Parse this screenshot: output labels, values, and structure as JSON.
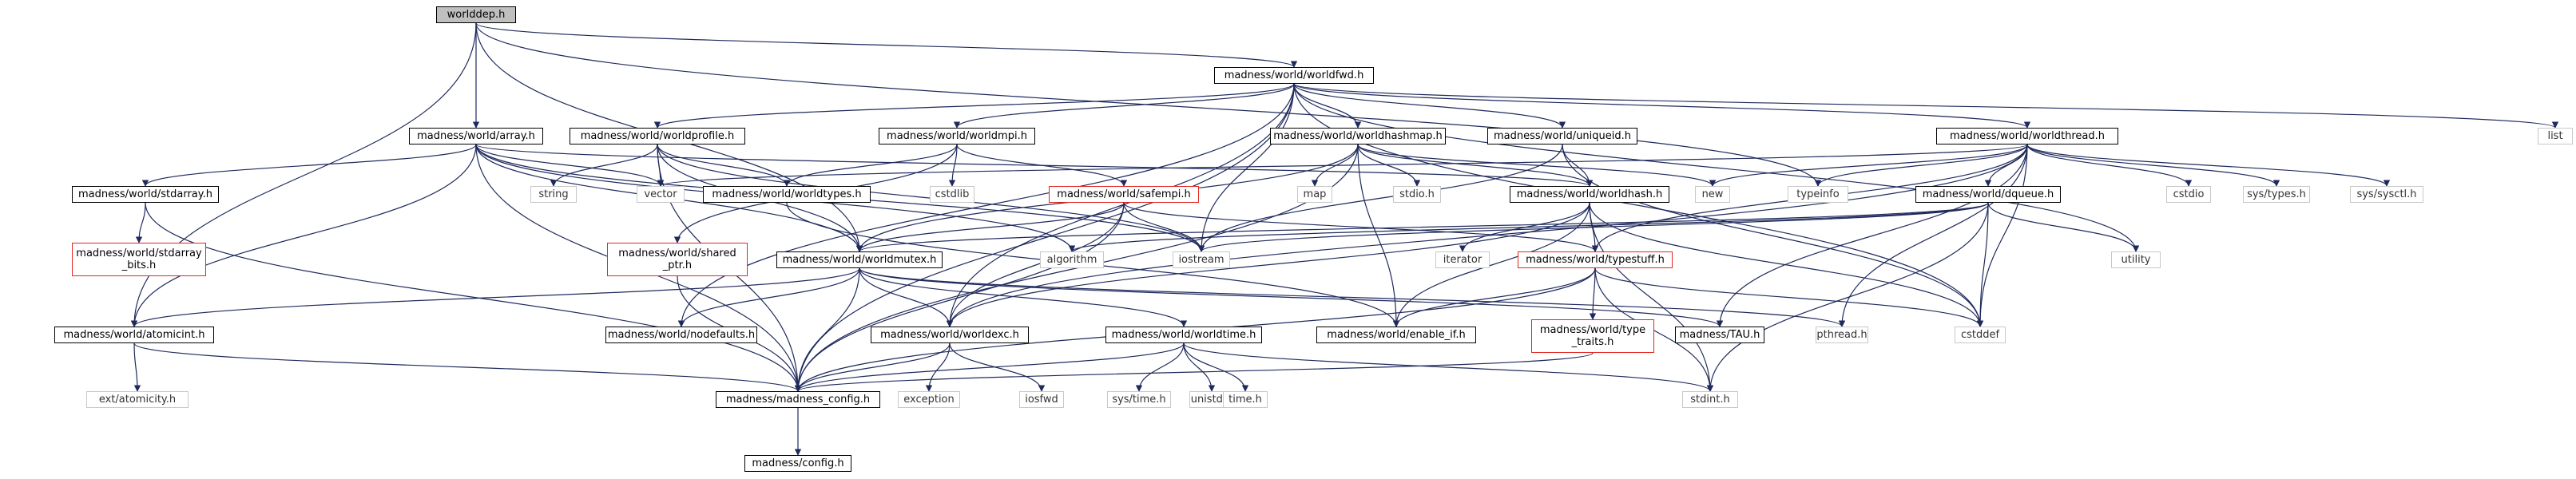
{
  "colors": {
    "edge": "#1f2a5c",
    "box_normal": "#000000",
    "box_undocumented": "#e2261f",
    "box_system": "#c8c8c8",
    "root_fill": "#bfbfbf"
  },
  "nodes": [
    {
      "id": "worlddep",
      "label": "worlddep.h",
      "kind": "root"
    },
    {
      "id": "worldfwd",
      "label": "madness/world/worldfwd.h",
      "kind": "normal"
    },
    {
      "id": "list",
      "label": "list",
      "kind": "system"
    },
    {
      "id": "array",
      "label": "madness/world/array.h",
      "kind": "normal"
    },
    {
      "id": "worldprofile",
      "label": "madness/world/worldprofile.h",
      "kind": "normal"
    },
    {
      "id": "worldmpi",
      "label": "madness/world/worldmpi.h",
      "kind": "normal"
    },
    {
      "id": "worldhashmap",
      "label": "madness/world/worldhashmap.h",
      "kind": "normal"
    },
    {
      "id": "uniqueid",
      "label": "madness/world/uniqueid.h",
      "kind": "normal"
    },
    {
      "id": "worldthread",
      "label": "madness/world/worldthread.h",
      "kind": "normal"
    },
    {
      "id": "stdarray",
      "label": "madness/world/stdarray.h",
      "kind": "normal"
    },
    {
      "id": "string",
      "label": "string",
      "kind": "system"
    },
    {
      "id": "vector",
      "label": "vector",
      "kind": "system"
    },
    {
      "id": "worldtypes",
      "label": "madness/world/worldtypes.h",
      "kind": "normal"
    },
    {
      "id": "cstdlib",
      "label": "cstdlib",
      "kind": "system"
    },
    {
      "id": "safempi",
      "label": "madness/world/safempi.h",
      "kind": "undocumented"
    },
    {
      "id": "map",
      "label": "map",
      "kind": "system"
    },
    {
      "id": "stdio",
      "label": "stdio.h",
      "kind": "system"
    },
    {
      "id": "worldhash",
      "label": "madness/world/worldhash.h",
      "kind": "normal"
    },
    {
      "id": "new",
      "label": "new",
      "kind": "system"
    },
    {
      "id": "typeinfo",
      "label": "typeinfo",
      "kind": "system"
    },
    {
      "id": "dqueue",
      "label": "madness/world/dqueue.h",
      "kind": "normal"
    },
    {
      "id": "cstdio",
      "label": "cstdio",
      "kind": "system"
    },
    {
      "id": "systypes",
      "label": "sys/types.h",
      "kind": "system"
    },
    {
      "id": "syssysctl",
      "label": "sys/sysctl.h",
      "kind": "system"
    },
    {
      "id": "stdarray_bits",
      "label": "madness/world/stdarray\n_bits.h",
      "kind": "undocumented"
    },
    {
      "id": "shared_ptr",
      "label": "madness/world/shared\n_ptr.h",
      "kind": "undocumented"
    },
    {
      "id": "worldmutex",
      "label": "madness/world/worldmutex.h",
      "kind": "normal"
    },
    {
      "id": "algorithm",
      "label": "algorithm",
      "kind": "system"
    },
    {
      "id": "iostream",
      "label": "iostream",
      "kind": "system"
    },
    {
      "id": "iterator",
      "label": "iterator",
      "kind": "system"
    },
    {
      "id": "typestuff",
      "label": "madness/world/typestuff.h",
      "kind": "undocumented"
    },
    {
      "id": "utility",
      "label": "utility",
      "kind": "system"
    },
    {
      "id": "atomicint",
      "label": "madness/world/atomicint.h",
      "kind": "normal"
    },
    {
      "id": "nodefaults",
      "label": "madness/world/nodefaults.h",
      "kind": "normal"
    },
    {
      "id": "worldexc",
      "label": "madness/world/worldexc.h",
      "kind": "normal"
    },
    {
      "id": "worldtime",
      "label": "madness/world/worldtime.h",
      "kind": "normal"
    },
    {
      "id": "enable_if",
      "label": "madness/world/enable_if.h",
      "kind": "normal"
    },
    {
      "id": "tau",
      "label": "madness/TAU.h",
      "kind": "normal"
    },
    {
      "id": "pthread",
      "label": "pthread.h",
      "kind": "system"
    },
    {
      "id": "cstddef",
      "label": "cstddef",
      "kind": "system"
    },
    {
      "id": "type_traits",
      "label": "madness/world/type\n_traits.h",
      "kind": "undocumented"
    },
    {
      "id": "ext_atomicity",
      "label": "ext/atomicity.h",
      "kind": "system"
    },
    {
      "id": "madness_config",
      "label": "madness/madness_config.h",
      "kind": "normal"
    },
    {
      "id": "exception",
      "label": "exception",
      "kind": "system"
    },
    {
      "id": "iosfwd",
      "label": "iosfwd",
      "kind": "system"
    },
    {
      "id": "systime",
      "label": "sys/time.h",
      "kind": "system"
    },
    {
      "id": "unistd",
      "label": "unistd.h",
      "kind": "system"
    },
    {
      "id": "time",
      "label": "time.h",
      "kind": "system"
    },
    {
      "id": "stdint",
      "label": "stdint.h",
      "kind": "system"
    },
    {
      "id": "config",
      "label": "madness/config.h",
      "kind": "normal"
    }
  ],
  "edges": [
    [
      "worlddep",
      "worldfwd"
    ],
    [
      "worlddep",
      "array"
    ],
    [
      "worlddep",
      "atomicint"
    ],
    [
      "worlddep",
      "worldmutex"
    ],
    [
      "worlddep",
      "typeinfo"
    ],
    [
      "worldfwd",
      "list"
    ],
    [
      "worldfwd",
      "worldprofile"
    ],
    [
      "worldfwd",
      "worldmpi"
    ],
    [
      "worldfwd",
      "worldhashmap"
    ],
    [
      "worldfwd",
      "uniqueid"
    ],
    [
      "worldfwd",
      "worldthread"
    ],
    [
      "worldfwd",
      "madness_config"
    ],
    [
      "worldfwd",
      "iostream"
    ],
    [
      "worldfwd",
      "nodefaults"
    ],
    [
      "worldfwd",
      "worldexc"
    ],
    [
      "worldfwd",
      "utility"
    ],
    [
      "worldfwd",
      "cstddef"
    ],
    [
      "array",
      "stdarray"
    ],
    [
      "array",
      "vector"
    ],
    [
      "array",
      "worldmutex"
    ],
    [
      "array",
      "madness_config"
    ],
    [
      "array",
      "algorithm"
    ],
    [
      "array",
      "iostream"
    ],
    [
      "array",
      "worldhash"
    ],
    [
      "array",
      "atomicint"
    ],
    [
      "worldprofile",
      "string"
    ],
    [
      "worldprofile",
      "vector"
    ],
    [
      "worldprofile",
      "worldtypes"
    ],
    [
      "worldprofile",
      "madness_config"
    ],
    [
      "worldprofile",
      "iostream"
    ],
    [
      "worldprofile",
      "worldmutex"
    ],
    [
      "worldmpi",
      "worldtypes"
    ],
    [
      "worldmpi",
      "cstdlib"
    ],
    [
      "worldmpi",
      "safempi"
    ],
    [
      "worldmpi",
      "shared_ptr"
    ],
    [
      "worldhashmap",
      "map"
    ],
    [
      "worldhashmap",
      "stdio"
    ],
    [
      "worldhashmap",
      "new"
    ],
    [
      "worldhashmap",
      "worldhash"
    ],
    [
      "worldhashmap",
      "worldmutex"
    ],
    [
      "worldhashmap",
      "madness_config"
    ],
    [
      "worldhashmap",
      "enable_if"
    ],
    [
      "uniqueid",
      "worldhash"
    ],
    [
      "uniqueid",
      "iostream"
    ],
    [
      "uniqueid",
      "cstddef"
    ],
    [
      "worldthread",
      "vector"
    ],
    [
      "worldthread",
      "new"
    ],
    [
      "worldthread",
      "typeinfo"
    ],
    [
      "worldthread",
      "dqueue"
    ],
    [
      "worldthread",
      "cstdio"
    ],
    [
      "worldthread",
      "systypes"
    ],
    [
      "worldthread",
      "syssysctl"
    ],
    [
      "worldthread",
      "typestuff"
    ],
    [
      "worldthread",
      "tau"
    ],
    [
      "worldthread",
      "pthread"
    ],
    [
      "worldthread",
      "cstddef"
    ],
    [
      "worldthread",
      "worldexc"
    ],
    [
      "stdarray",
      "stdarray_bits"
    ],
    [
      "stdarray",
      "madness_config"
    ],
    [
      "worldtypes",
      "enable_if"
    ],
    [
      "safempi",
      "iostream"
    ],
    [
      "safempi",
      "worldmutex"
    ],
    [
      "safempi",
      "typestuff"
    ],
    [
      "safempi",
      "madness_config"
    ],
    [
      "safempi",
      "worldexc"
    ],
    [
      "worldhash",
      "iterator"
    ],
    [
      "worldhash",
      "typestuff"
    ],
    [
      "worldhash",
      "enable_if"
    ],
    [
      "worldhash",
      "stdint"
    ],
    [
      "worldhash",
      "cstddef"
    ],
    [
      "worldhash",
      "worldexc"
    ],
    [
      "dqueue",
      "worldmutex"
    ],
    [
      "dqueue",
      "algorithm"
    ],
    [
      "dqueue",
      "iostream"
    ],
    [
      "dqueue",
      "utility"
    ],
    [
      "dqueue",
      "cstddef"
    ],
    [
      "dqueue",
      "stdint"
    ],
    [
      "shared_ptr",
      "madness_config"
    ],
    [
      "worldmutex",
      "atomicint"
    ],
    [
      "worldmutex",
      "nodefaults"
    ],
    [
      "worldmutex",
      "worldexc"
    ],
    [
      "worldmutex",
      "worldtime"
    ],
    [
      "worldmutex",
      "madness_config"
    ],
    [
      "worldmutex",
      "pthread"
    ],
    [
      "worldmutex",
      "tau"
    ],
    [
      "typestuff",
      "enable_if"
    ],
    [
      "typestuff",
      "type_traits"
    ],
    [
      "typestuff",
      "madness_config"
    ],
    [
      "typestuff",
      "cstddef"
    ],
    [
      "typestuff",
      "stdint"
    ],
    [
      "atomicint",
      "ext_atomicity"
    ],
    [
      "atomicint",
      "madness_config"
    ],
    [
      "worldexc",
      "madness_config"
    ],
    [
      "worldexc",
      "exception"
    ],
    [
      "worldexc",
      "iosfwd"
    ],
    [
      "worldtime",
      "madness_config"
    ],
    [
      "worldtime",
      "systime"
    ],
    [
      "worldtime",
      "unistd"
    ],
    [
      "worldtime",
      "time"
    ],
    [
      "worldtime",
      "stdint"
    ],
    [
      "type_traits",
      "madness_config"
    ],
    [
      "madness_config",
      "config"
    ]
  ]
}
